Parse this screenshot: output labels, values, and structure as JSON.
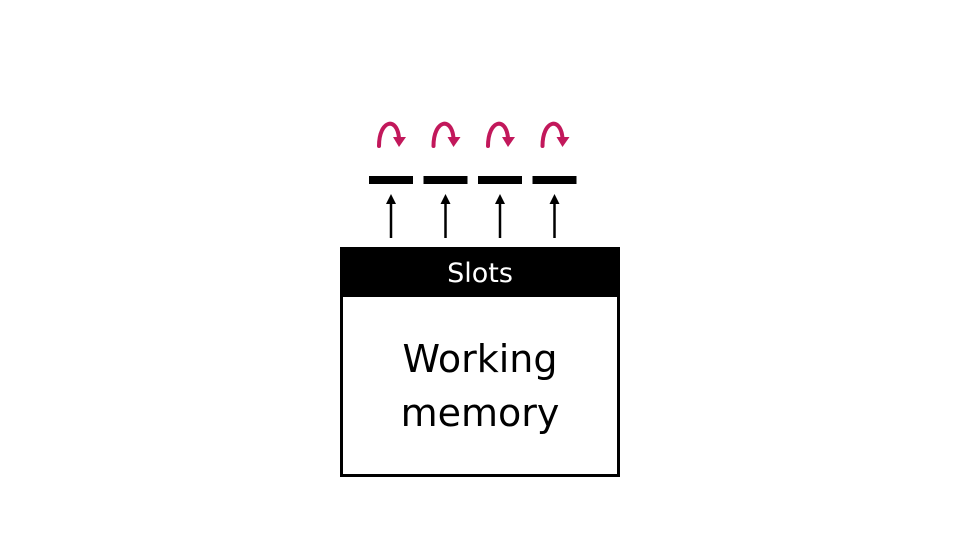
{
  "slots_label": "Slots",
  "memory_label": [
    "Working",
    "memory"
  ],
  "slot_count": 4,
  "colors": {
    "loop_arrow": "#c2185b",
    "ink": "#000000",
    "background": "#ffffff"
  }
}
